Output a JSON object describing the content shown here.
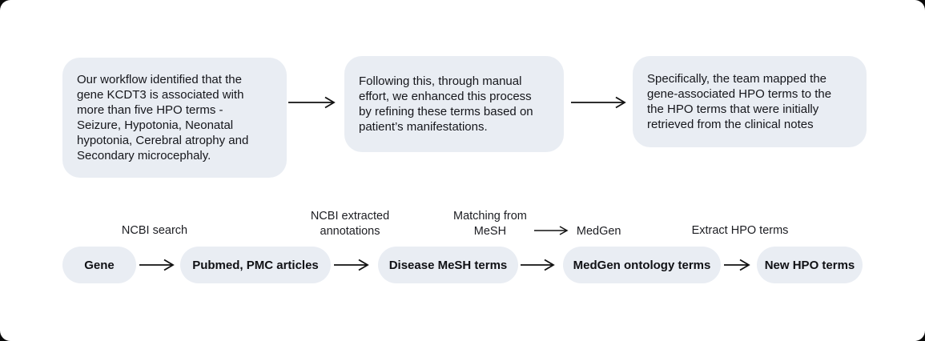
{
  "top_flow": {
    "boxes": [
      {
        "text": "Our workflow identified that the\ngene KCDT3 is associated with\nmore than five HPO terms -\nSeizure, Hypotonia, Neonatal\nhypotonia, Cerebral atrophy and\nSecondary microcephaly."
      },
      {
        "text": "Following this, through manual\neffort, we enhanced this process\nby refining these terms based on\npatient’s manifestations."
      },
      {
        "text": "Specifically, the team mapped the\ngene-associated HPO terms to the\nthe HPO terms that were initially\nretrieved from the clinical notes"
      }
    ]
  },
  "bottom_flow": {
    "nodes": [
      {
        "label": "Gene"
      },
      {
        "label": "Pubmed, PMC articles"
      },
      {
        "label": "Disease MeSH terms"
      },
      {
        "label": "MedGen ontology terms"
      },
      {
        "label": "New HPO terms"
      }
    ],
    "edge_labels": {
      "ncbi_search": "NCBI search",
      "ncbi_extracted": "NCBI extracted\nannotations",
      "matching_from": "Matching from\nMeSH",
      "matching_to": "MedGen",
      "extract_hpo": "Extract HPO terms"
    }
  },
  "colors": {
    "node_fill": "#E9EDF3",
    "text": "#15161b",
    "arrow": "#111111",
    "card_background": "#ffffff"
  }
}
